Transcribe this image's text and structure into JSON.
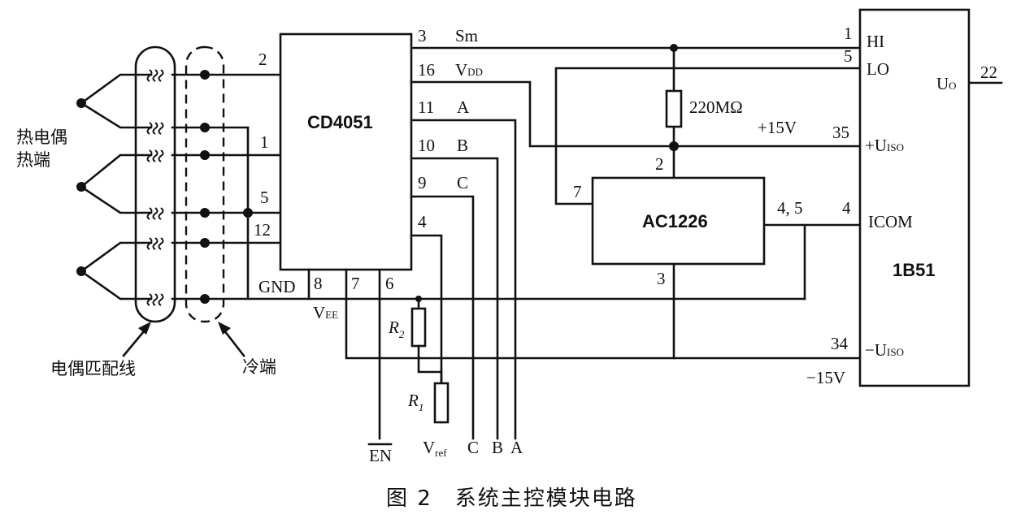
{
  "chips": {
    "mux": "CD4051",
    "amp": "AC1226",
    "iso": "1B51"
  },
  "mux_pins": {
    "p2": "2",
    "p1": "1",
    "p5": "5",
    "p12": "12",
    "p3": "3",
    "p16": "16",
    "p11": "11",
    "p10": "10",
    "p9": "9",
    "p4": "4",
    "p8": "8",
    "p7": "7",
    "p6": "6"
  },
  "mux_signals": {
    "sm": "Sm",
    "vdd": "V",
    "vdd_sub": "DD",
    "a": "A",
    "b": "B",
    "c": "C",
    "gnd": "GND",
    "vee": "V",
    "vee_sub": "EE"
  },
  "amp_pins": {
    "p7": "7",
    "p2": "2",
    "p3": "3",
    "p45": "4, 5"
  },
  "iso_pins": {
    "p1": "1",
    "p5": "5",
    "p35": "35",
    "p4": "4",
    "p34": "34",
    "p22": "22",
    "hi": "HI",
    "lo": "LO",
    "uiso_pos": "+U",
    "uiso_pos_sub": "ISO",
    "icom": "ICOM",
    "uiso_neg": "−U",
    "uiso_neg_sub": "ISO",
    "uo": "U",
    "uo_sub": "O"
  },
  "components": {
    "r220": "220MΩ",
    "r2": "R",
    "r2_sub": "2",
    "r1": "R",
    "r1_sub": "1"
  },
  "supplies": {
    "pos15": "+15V",
    "neg15": "−15V"
  },
  "bottom_labels": {
    "en": "EN",
    "vref": "V",
    "vref_sub": "ref",
    "c": "C",
    "b": "B",
    "a": "A"
  },
  "left_labels": {
    "hot_junction_1": "热电偶",
    "hot_junction_2": "热端",
    "matching_line": "电偶匹配线",
    "cold_junction": "冷端"
  },
  "caption": "图 2　系统主控模块电路"
}
